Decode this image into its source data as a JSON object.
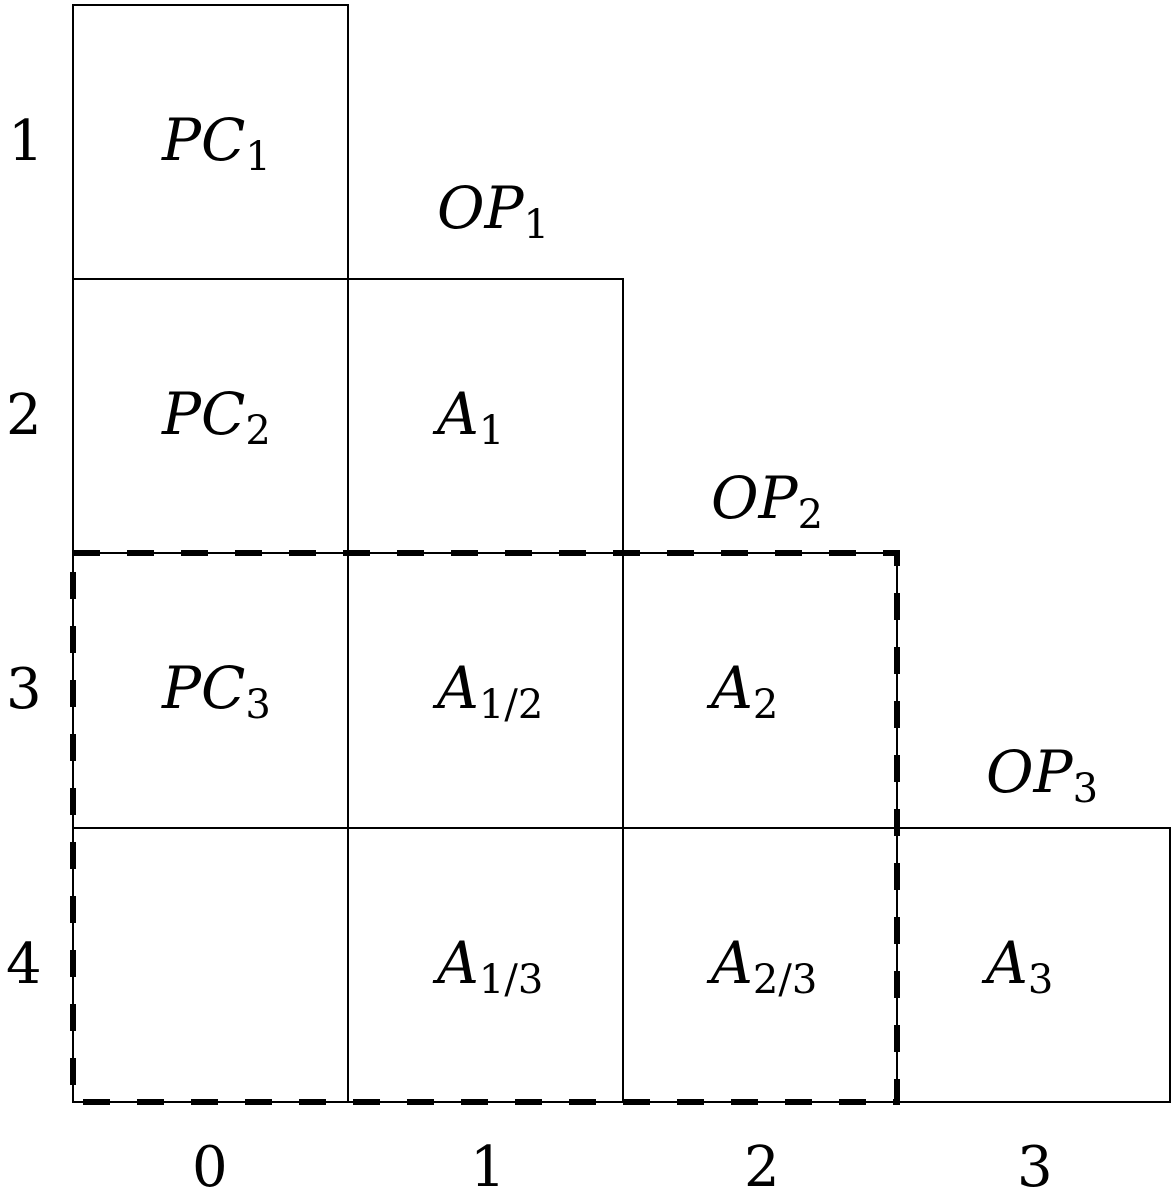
{
  "diagram": {
    "row_labels": [
      "1",
      "2",
      "3",
      "4"
    ],
    "col_labels": [
      "0",
      "1",
      "2",
      "3"
    ],
    "cells": [
      {
        "row": 0,
        "col": 0,
        "main": "PC",
        "sub": "1"
      },
      {
        "row": 1,
        "col": 0,
        "main": "PC",
        "sub": "2"
      },
      {
        "row": 1,
        "col": 1,
        "main": "A",
        "sub": "1"
      },
      {
        "row": 2,
        "col": 0,
        "main": "PC",
        "sub": "3"
      },
      {
        "row": 2,
        "col": 1,
        "main": "A",
        "sub": "1/2"
      },
      {
        "row": 2,
        "col": 2,
        "main": "A",
        "sub": "2"
      },
      {
        "row": 3,
        "col": 0,
        "main": "",
        "sub": ""
      },
      {
        "row": 3,
        "col": 1,
        "main": "A",
        "sub": "1/3"
      },
      {
        "row": 3,
        "col": 2,
        "main": "A",
        "sub": "2/3"
      },
      {
        "row": 3,
        "col": 3,
        "main": "A",
        "sub": "3"
      }
    ],
    "op_labels": [
      {
        "main": "OP",
        "sub": "1"
      },
      {
        "main": "OP",
        "sub": "2"
      },
      {
        "main": "OP",
        "sub": "3"
      }
    ],
    "highlight": {
      "style": "dashed",
      "rows": [
        2,
        3
      ],
      "cols": [
        0,
        2
      ]
    }
  }
}
